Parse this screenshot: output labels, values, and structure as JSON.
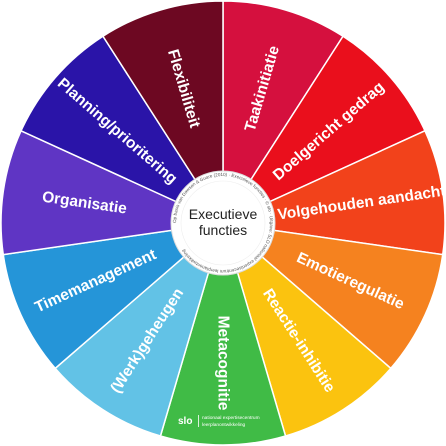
{
  "center": {
    "line1": "Executieve",
    "line2": "functies",
    "ring_text": "Op basis van Dawson & Guare (2010) · Executieve functies · © slo · Uitgave: SLO nationaal expertisecentrum leerplanontwikkeling"
  },
  "segments": [
    {
      "label": "Taakinitiatie",
      "color": "#d5103e"
    },
    {
      "label": "Doelgericht gedrag",
      "color": "#ea0f1c"
    },
    {
      "label": "Volgehouden aandacht",
      "color": "#f2421b"
    },
    {
      "label": "Emotieregulatie",
      "color": "#f5821f"
    },
    {
      "label": "Reactie-inhibitie",
      "color": "#fbc30f"
    },
    {
      "label": "Metacognitie",
      "color": "#40bb46"
    },
    {
      "label": "(Werk)geheugen",
      "color": "#62c2e6"
    },
    {
      "label": "Timemanagement",
      "color": "#2595d8"
    },
    {
      "label": "Organisatie",
      "color": "#5f35c4"
    },
    {
      "label": "Planning/prioritering",
      "color": "#2a14a8"
    },
    {
      "label": "Flexibiliteit",
      "color": "#6d0822"
    }
  ],
  "footer": {
    "logo": "slo",
    "logo_sub1": "nationaal expertisecentrum",
    "logo_sub2": "leerplanontwikkeling"
  }
}
